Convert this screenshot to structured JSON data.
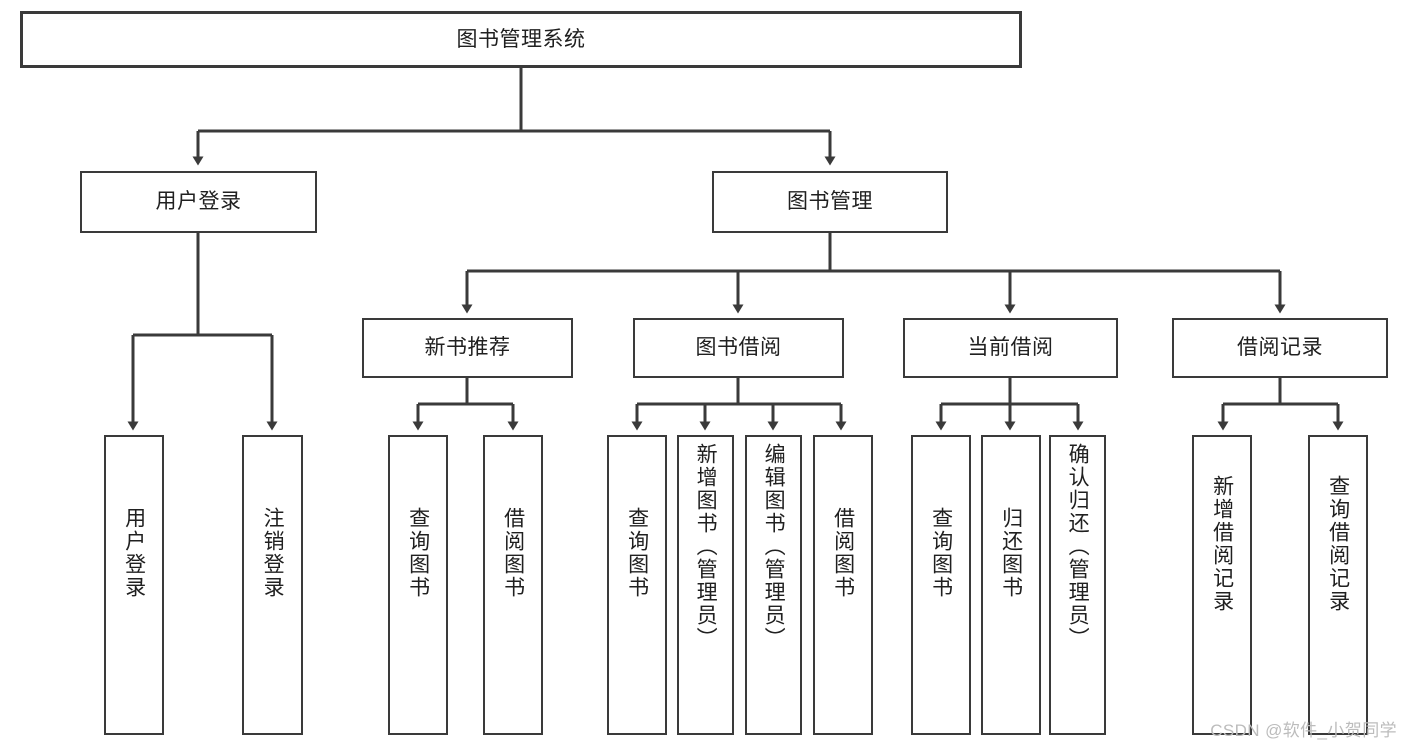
{
  "diagram": {
    "type": "tree-hierarchy-chart",
    "title": "图书管理系统",
    "line_color": "#3a3a3a",
    "box_fill": "#ffffff",
    "text_color": "#202020",
    "levels": [
      {
        "level": 1,
        "nodes": [
          {
            "id": "root",
            "label": "图书管理系统"
          }
        ]
      },
      {
        "level": 2,
        "nodes": [
          {
            "id": "user-login",
            "label": "用户登录"
          },
          {
            "id": "book-manage",
            "label": "图书管理"
          }
        ]
      },
      {
        "level": 3,
        "nodes": [
          {
            "id": "new-book-recommend",
            "label": "新书推荐"
          },
          {
            "id": "book-borrow",
            "label": "图书借阅"
          },
          {
            "id": "current-borrow",
            "label": "当前借阅"
          },
          {
            "id": "borrow-record",
            "label": "借阅记录"
          }
        ]
      },
      {
        "level": 4,
        "nodes": [
          {
            "id": "leaf-user-login",
            "label": "用户登录",
            "parent": "user-login"
          },
          {
            "id": "leaf-logout",
            "label": "注销登录",
            "parent": "user-login"
          },
          {
            "id": "leaf-query-book-1",
            "label": "查询图书",
            "parent": "new-book-recommend"
          },
          {
            "id": "leaf-borrow-book-1",
            "label": "借阅图书",
            "parent": "new-book-recommend"
          },
          {
            "id": "leaf-query-book-2",
            "label": "查询图书",
            "parent": "book-borrow"
          },
          {
            "id": "leaf-add-book",
            "label": "新增图书（管理员）",
            "parent": "book-borrow"
          },
          {
            "id": "leaf-edit-book",
            "label": "编辑图书（管理员）",
            "parent": "book-borrow"
          },
          {
            "id": "leaf-borrow-book-2",
            "label": "借阅图书",
            "parent": "book-borrow"
          },
          {
            "id": "leaf-query-book-3",
            "label": "查询图书",
            "parent": "current-borrow"
          },
          {
            "id": "leaf-return-book",
            "label": "归还图书",
            "parent": "current-borrow"
          },
          {
            "id": "leaf-confirm-return",
            "label": "确认归还（管理员）",
            "parent": "current-borrow"
          },
          {
            "id": "leaf-add-record",
            "label": "新增借阅记录",
            "parent": "borrow-record"
          },
          {
            "id": "leaf-query-record",
            "label": "查询借阅记录",
            "parent": "borrow-record"
          }
        ]
      }
    ]
  },
  "watermark": {
    "text": "CSDN @软件_小贺同学"
  }
}
